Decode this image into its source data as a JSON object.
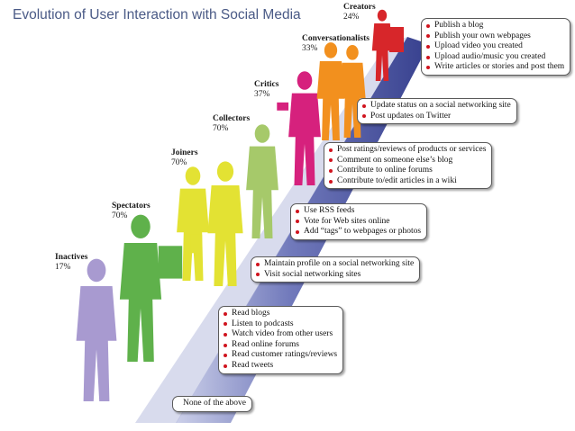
{
  "title": "Evolution of User Interaction with Social Media",
  "levels": [
    {
      "name": "Inactives",
      "pct": "17%",
      "color": "#a89ad0",
      "items": [
        "None of the above"
      ]
    },
    {
      "name": "Spectators",
      "pct": "70%",
      "color": "#5fb14b",
      "items": [
        "Read blogs",
        "Listen to podcasts",
        "Watch video from other users",
        "Read online forums",
        "Read customer ratings/reviews",
        "Read tweets"
      ]
    },
    {
      "name": "Joiners",
      "pct": "70%",
      "color": "#e3e233",
      "items": [
        "Maintain profile on a social networking site",
        "Visit social networking sites"
      ]
    },
    {
      "name": "Collectors",
      "pct": "70%",
      "color": "#a6c96a",
      "items": [
        "Use RSS feeds",
        "Vote for Web sites online",
        "Add “tags” to webpages or photos"
      ]
    },
    {
      "name": "Critics",
      "pct": "37%",
      "color": "#d6217d",
      "items": [
        "Post ratings/reviews of products or services",
        "Comment on someone else’s blog",
        "Contribute to online forums",
        "Contribute to/edit articles in a wiki"
      ]
    },
    {
      "name": "Conversationalists",
      "pct": "33%",
      "color": "#f2901e",
      "items": [
        "Update status on a social networking site",
        "Post updates on Twitter"
      ]
    },
    {
      "name": "Creators",
      "pct": "24%",
      "color": "#d7262a",
      "items": [
        "Publish a blog",
        "Publish your own webpages",
        "Upload video you created",
        "Upload audio/music you created",
        "Write articles or stories and post them"
      ]
    }
  ],
  "colors": {
    "ramp_dark": "#2c3688",
    "ramp_light": "#c9cde8",
    "title": "#4a5a86",
    "bullet": "#d0141e"
  }
}
